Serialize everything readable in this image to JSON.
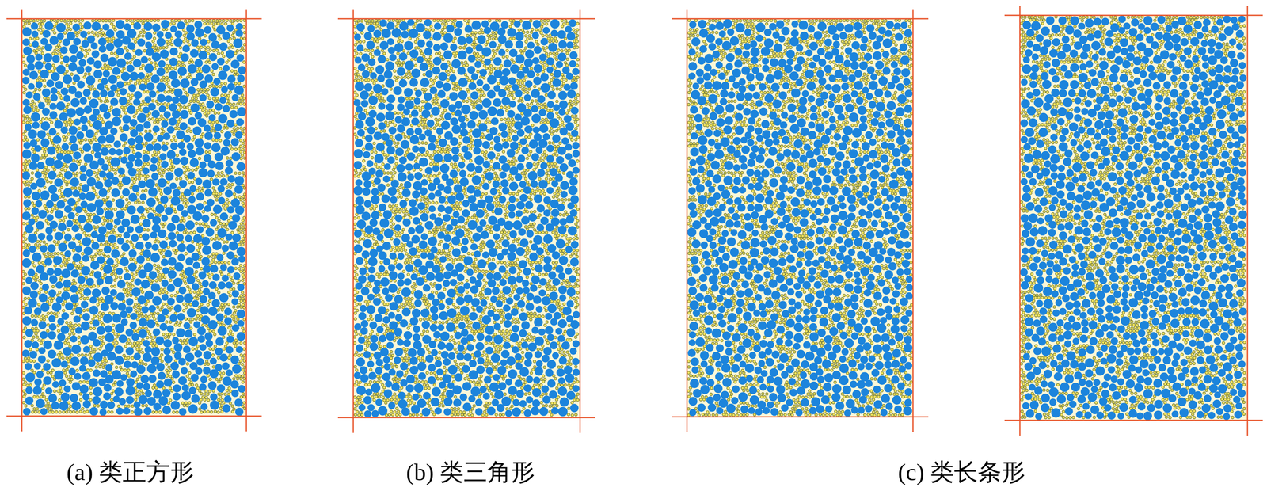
{
  "diagram": {
    "labels": [
      "(a) 类正方形",
      "(b) 类三角形",
      "(c) 类长条形"
    ]
  }
}
